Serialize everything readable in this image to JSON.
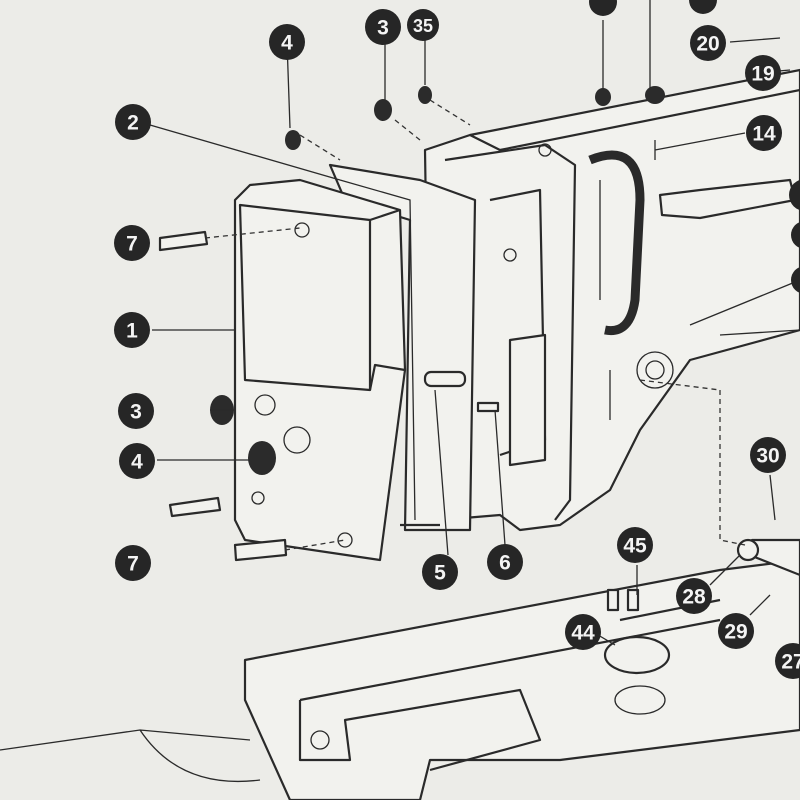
{
  "title": "Sewing machine face plate exploded parts diagram",
  "callouts": {
    "c4_top": "4",
    "c3_top": "3",
    "c35": "35",
    "c2": "2",
    "c20": "20",
    "c19": "19",
    "c14": "14",
    "c7_top": "7",
    "c1": "1",
    "c3_mid": "3",
    "c4_mid": "4",
    "c7_bot": "7",
    "c5": "5",
    "c6": "6",
    "c30": "30",
    "c45": "45",
    "c28": "28",
    "c29": "29",
    "c44": "44",
    "c27": "27"
  }
}
